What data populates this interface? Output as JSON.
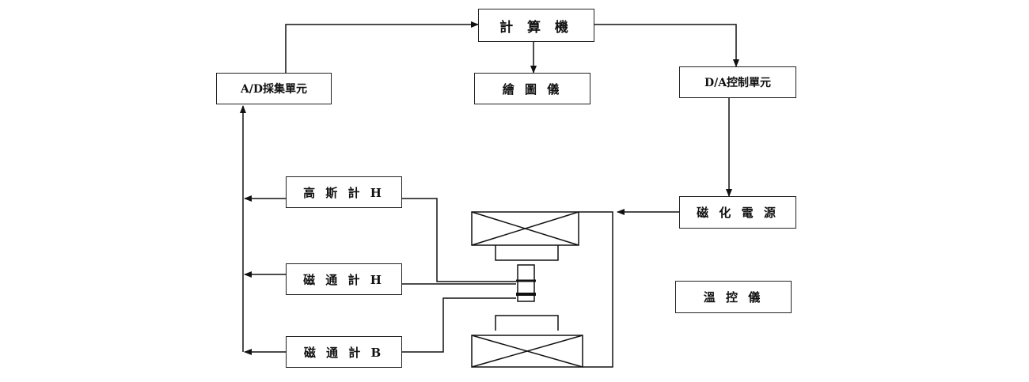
{
  "blocks": {
    "computer": "計 算 機",
    "ad_unit": "A/D採集單元",
    "plotter": "繪 圖 儀",
    "da_unit": "D/A控制單元",
    "gauss_meter": "高 斯 計 H",
    "flux_meter_h": "磁 通 計 H",
    "flux_meter_b": "磁 通 計 B",
    "magnet_power": "磁 化 電 源",
    "temp_controller": "溫 控 儀"
  }
}
